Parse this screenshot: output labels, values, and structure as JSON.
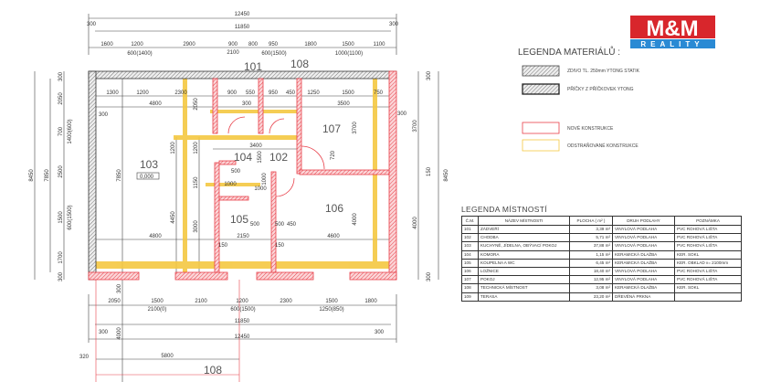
{
  "logo": {
    "top": "M&M",
    "bottom": "REALITY",
    "red": "#d8262c",
    "blue": "#2a8ad4"
  },
  "material_legend": {
    "title": "LEGENDA MATERIÁLŮ :",
    "items": [
      {
        "label": "ZDIVO TL. 250mm YTONG STATIK"
      },
      {
        "label": "PŘÍČKY Z PŘÍČKOVEK YTONG"
      },
      {
        "label": "NOVÉ KONSTRUKCE",
        "color": "#e8404a"
      },
      {
        "label": "ODSTRAŇOVANÉ KONSTRUKCE",
        "color": "#f5c842"
      }
    ]
  },
  "room_legend": {
    "title": "LEGENDA MÍSTNOSTÍ",
    "headers": [
      "Č.M.",
      "NÁZEV MÍSTNOSTI",
      "PLOCHA ( m² )",
      "DRUH PODLAHY",
      "POZNÁMKA"
    ],
    "rows": [
      [
        "101",
        "ZÁDVEŘÍ",
        "3,39 m²",
        "VINYLOVÁ PODLAHA",
        "PVC ROHOVÁ LIŠTA"
      ],
      [
        "102",
        "CHODBA",
        "5,71 m²",
        "VINYLOVÁ PODLAHA",
        "PVC ROHOVÁ LIŠTA"
      ],
      [
        "103",
        "KUCHYNĚ, JÍDELNA, OBÝVACÍ POKOJ",
        "37,88 m²",
        "VINYLOVÁ PODLAHA",
        "PVC ROHOVÁ LIŠTA"
      ],
      [
        "104",
        "KOMORA",
        "1,15 m²",
        "KERAMICKÁ DLAŽBA",
        "KER. SOKL"
      ],
      [
        "105",
        "KOUPELNA A WC",
        "6,45 m²",
        "KERAMICKÁ DLAŽBA",
        "KER. OBKLAD v= 2100mm"
      ],
      [
        "106",
        "LOŽNICE",
        "18,40 m²",
        "VINYLOVÁ PODLAHA",
        "PVC ROHOVÁ LIŠTA"
      ],
      [
        "107",
        "POKOJ",
        "12,95 m²",
        "VINYLOVÁ PODLAHA",
        "PVC ROHOVÁ LIŠTA"
      ],
      [
        "108",
        "TECHNICKÁ MÍSTNOST",
        "3,08 m²",
        "KERAMICKÁ DLAŽBA",
        "KER. SOKL"
      ],
      [
        "109",
        "TERASA",
        "23,20 m²",
        "DŘEVĚNÁ PRKNA",
        ""
      ]
    ]
  },
  "plan": {
    "rooms": {
      "r101": "101",
      "r108top": "108",
      "r103": "103",
      "level": "0,000",
      "r104": "104",
      "r102": "102",
      "r107": "107",
      "r106": "106",
      "r105": "105",
      "r108": "108"
    },
    "dims_top": {
      "overall": "12450",
      "inner": "11850",
      "side_l": "300",
      "side_r": "300",
      "segments": [
        "1600",
        "1200",
        "2900",
        "900",
        "800",
        "950",
        "1800",
        "1500",
        "1100"
      ],
      "sub": [
        "600(1400)",
        "2100",
        "600(1500)",
        "1000(1100)"
      ]
    },
    "dims_bottom": {
      "overall": "12450",
      "inner": "11850",
      "side_l": "300",
      "side_r": "300",
      "segments": [
        "2050",
        "1500",
        "2100",
        "1200",
        "2300",
        "1500",
        "1800"
      ],
      "sub": [
        "2100(0)",
        "600(1500)",
        "1250(850)"
      ],
      "terrace_w": "5800",
      "terrace_off": "320",
      "terrace_h": "4000",
      "wall": "300"
    },
    "dims_left": {
      "overall": "8450",
      "inner": "7850",
      "segments": [
        "300",
        "2050",
        "700",
        "2500",
        "1500",
        "1700",
        "300"
      ],
      "sub": [
        "1400(600)",
        "600(1500)"
      ]
    },
    "dims_right": {
      "overall": "8450",
      "segments": [
        "300",
        "3700",
        "150",
        "4000",
        "300"
      ],
      "wall": "300"
    },
    "dims_inner": {
      "row1": [
        "1300",
        "1200",
        "2300",
        "900",
        "550",
        "950",
        "450",
        "1250",
        "1500",
        "750"
      ],
      "row2": [
        "4800",
        "3500",
        "300",
        "300"
      ],
      "mid": [
        "3400",
        "500",
        "1000",
        "1000",
        "500",
        "500",
        "450"
      ],
      "row_bottom": [
        "4800",
        "2150",
        "4600",
        "150",
        "150"
      ],
      "vertical": [
        "7850",
        "4450",
        "3000",
        "4000",
        "3700",
        "1200",
        "1200",
        "1150",
        "1500",
        "1000",
        "2050",
        "720"
      ]
    }
  }
}
